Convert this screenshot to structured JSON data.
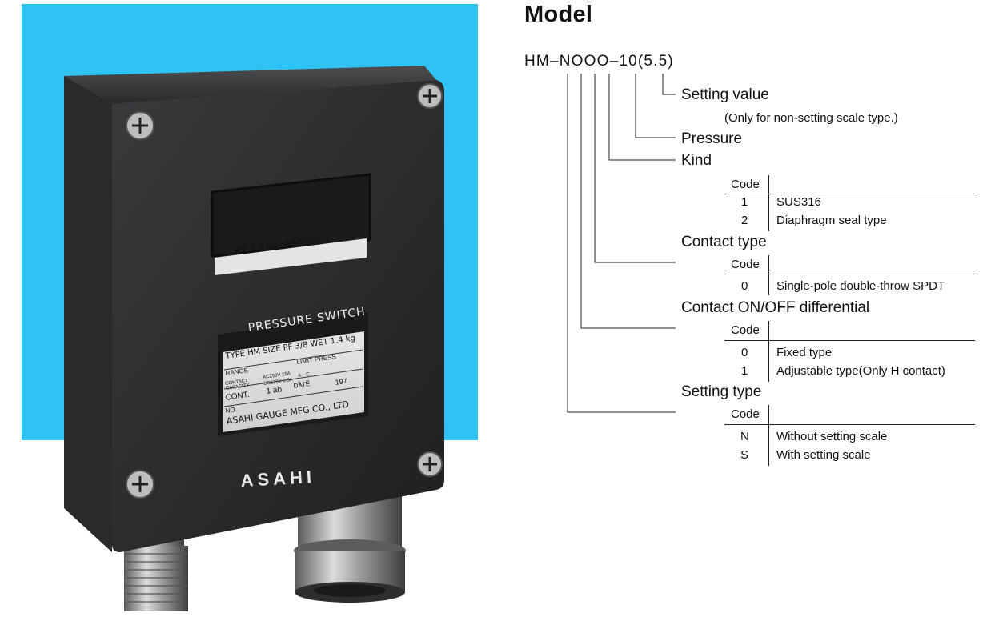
{
  "photo": {
    "window_text": "SET.P  45K (640PSI) ↓",
    "plate_title": "PRESSURE  SWITCH",
    "plate_row1": "TYPE  HM  SIZE  PF 3/8  WET  1.4 kg",
    "plate_range": "RANGE",
    "plate_limit": "LIMIT PRESS",
    "plate_contact": "CONTACT CAPACITY",
    "plate_ac": "AC250V 15A",
    "plate_dc": "DC125V 0.5A",
    "plate_ac_ac": "A—C",
    "plate_bc": "B—C",
    "plate_cont": "CONT.",
    "plate_cont_val": "1 ab",
    "plate_date": "DATE",
    "plate_year": "197",
    "plate_no": "NO.",
    "plate_maker": "ASAHI  GAUGE  MFG  CO.,  LTD",
    "brand": "ASAHI",
    "colors": {
      "background": "#2ec3f2",
      "housing": "#2b2b2d"
    }
  },
  "model": {
    "title": "Model",
    "code": "HM–NOOO–10(5.5)",
    "setting_value": {
      "label": "Setting value",
      "note": "(Only for non-setting scale type.)"
    },
    "pressure": {
      "label": "Pressure"
    },
    "kind": {
      "label": "Kind",
      "header": "Code",
      "rows": [
        {
          "code": "1",
          "desc": "SUS316"
        },
        {
          "code": "2",
          "desc": "Diaphragm seal type"
        }
      ]
    },
    "contact_type": {
      "label": "Contact type",
      "header": "Code",
      "rows": [
        {
          "code": "0",
          "desc": "Single-pole double-throw SPDT"
        }
      ]
    },
    "contact_diff": {
      "label": "Contact ON/OFF differential",
      "header": "Code",
      "rows": [
        {
          "code": "0",
          "desc": "Fixed type"
        },
        {
          "code": "1",
          "desc": "Adjustable type(Only H contact)"
        }
      ]
    },
    "setting_type": {
      "label": "Setting type",
      "header": "Code",
      "rows": [
        {
          "code": "N",
          "desc": "Without setting scale"
        },
        {
          "code": "S",
          "desc": "With setting scale"
        }
      ]
    }
  }
}
